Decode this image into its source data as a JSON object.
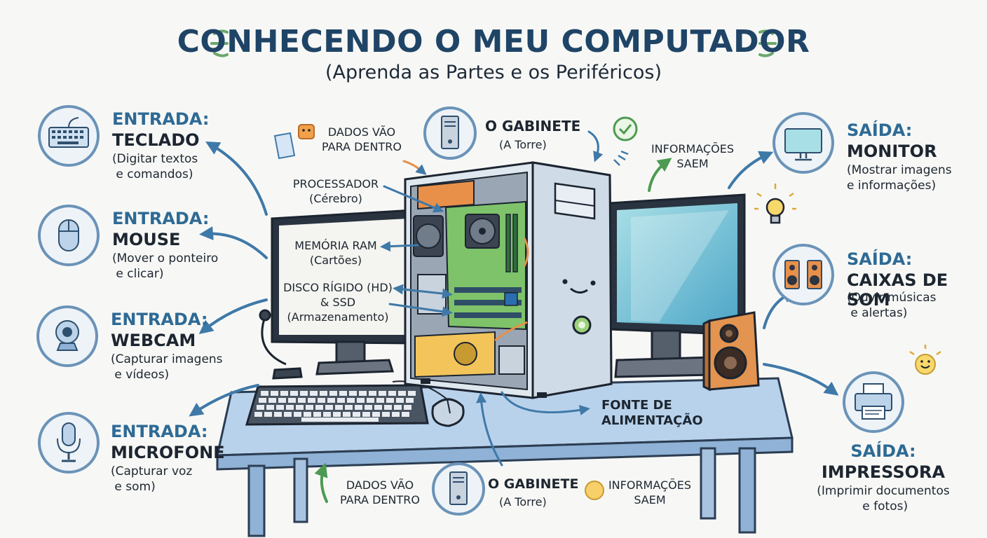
{
  "title": "CONHECENDO O MEU COMPUTADOR",
  "subtitle": "(Aprenda as Partes e os Periféricos)",
  "colors": {
    "title": "#1f4466",
    "accent_blue": "#2e6a95",
    "circle_border": "#6b93b8",
    "pcb_green": "#7ec26a",
    "orange": "#e8904a"
  },
  "inputs": [
    {
      "kind": "ENTRADA:",
      "name": "TECLADO",
      "desc": "(Digitar textos\n e comandos)",
      "icon": "keyboard-icon"
    },
    {
      "kind": "ENTRADA:",
      "name": "MOUSE",
      "desc": "(Mover o ponteiro\n e clicar)",
      "icon": "mouse-icon"
    },
    {
      "kind": "ENTRADA:",
      "name": "WEBCAM",
      "desc": "(Capturar imagens\n e vídeos)",
      "icon": "webcam-icon"
    },
    {
      "kind": "ENTRADA:",
      "name": "MICROFONE",
      "desc": "(Capturar voz\n e som)",
      "icon": "microphone-icon"
    }
  ],
  "outputs": [
    {
      "kind": "SAÍDA:",
      "name": "MONITOR",
      "desc": "(Mostrar imagens\ne informações)",
      "icon": "monitor-icon"
    },
    {
      "kind": "SAÍDA:",
      "name": "CAIXAS DE SOM",
      "desc": "(Ouvir músicas\n e alertas)",
      "icon": "speakers-icon"
    },
    {
      "kind": "SAÍDA:",
      "name": "IMPRESSORA",
      "desc": "(Imprimir documentos\n e fotos)",
      "icon": "printer-icon"
    }
  ],
  "center_labels": {
    "dados_top": "DADOS VÃO\nPARA DENTRO",
    "gabinete_top": "O GABINETE",
    "gabinete_top_sub": "(A Torre)",
    "info_top": "INFORMAÇÕES\nSAEM",
    "processador": "PROCESSADOR\n(Cérebro)",
    "memoria": "MEMÓRIA RAM\n(Cartões)",
    "disco": "DISCO RÍGIDO (HD)\n& SSD\n(Armazenamento)",
    "fonte": "FONTE DE\nALIMENTAÇÃO",
    "dados_bottom": "DADOS VÃO\nPARA DENTRO",
    "gabinete_bottom": "O GABINETE",
    "gabinete_bottom_sub": "(A Torre)",
    "info_bottom": "INFORMAÇÕES\nSAEM"
  }
}
